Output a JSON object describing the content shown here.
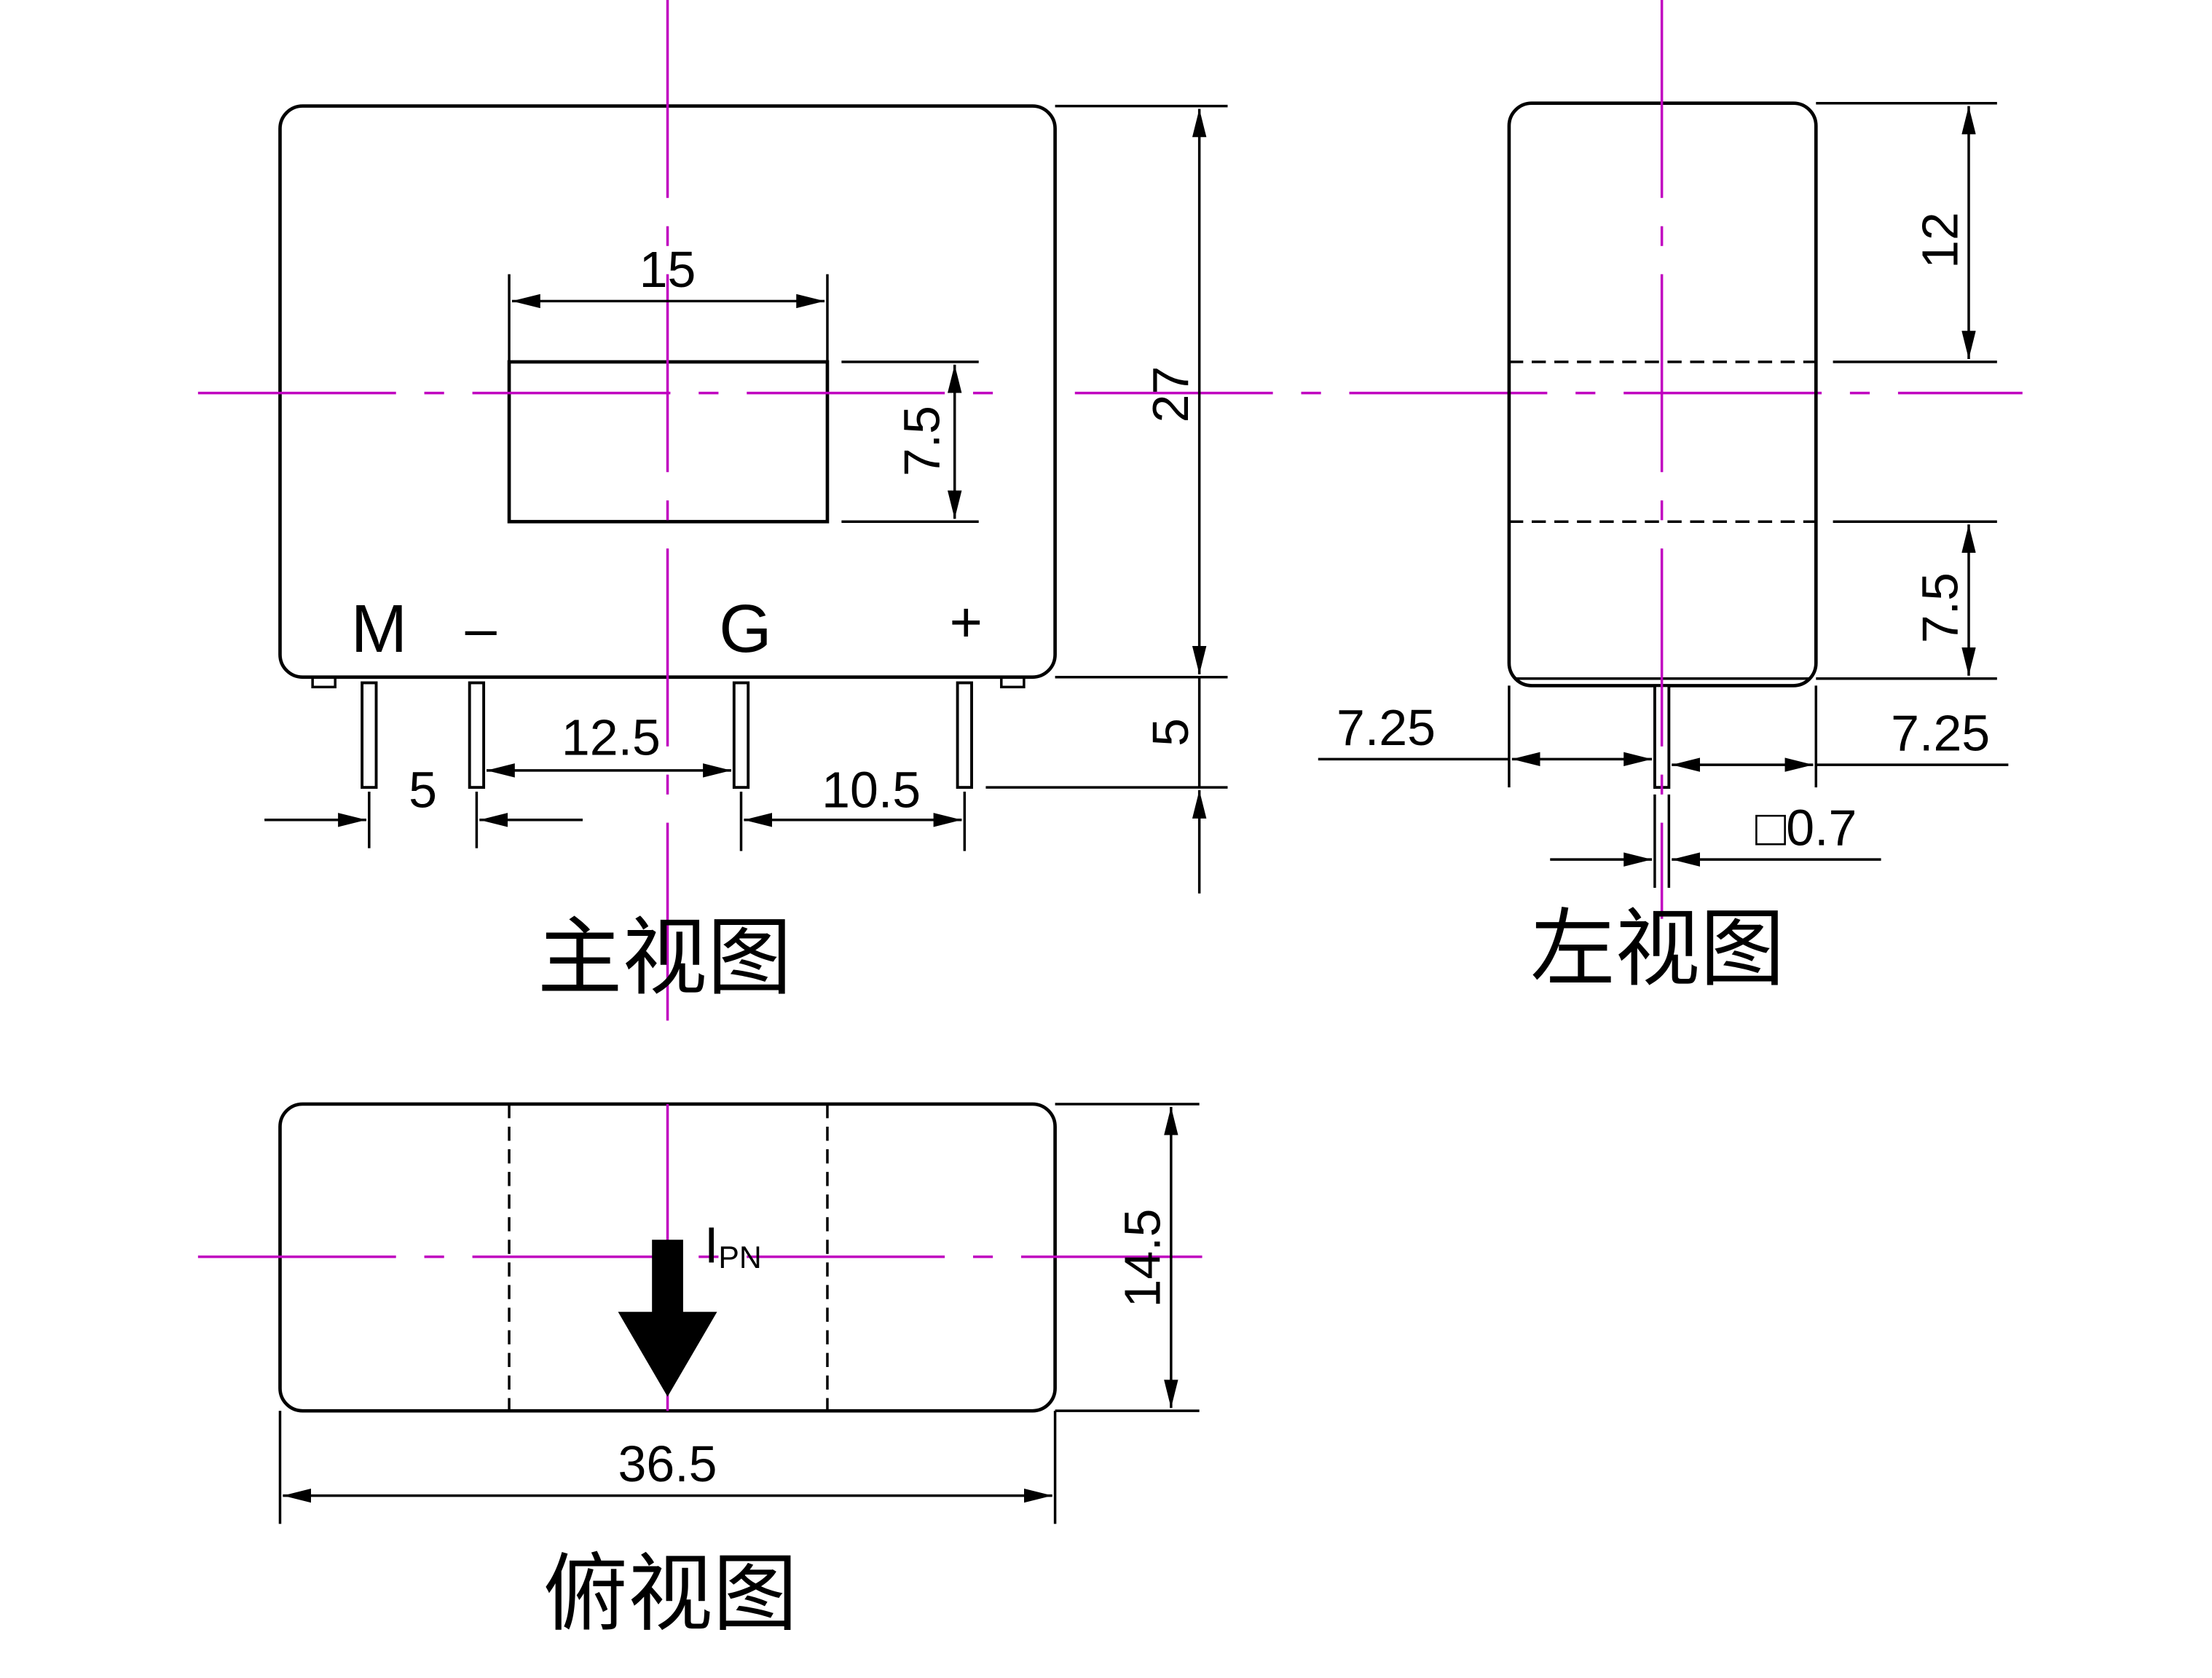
{
  "views": {
    "front": {
      "title": "主视图"
    },
    "side": {
      "title": "左视图"
    },
    "top": {
      "title": "俯视图"
    }
  },
  "pins": {
    "m": "M",
    "minus": "–",
    "g": "G",
    "plus": "+"
  },
  "dimensions": {
    "window_width": "15",
    "window_height": "7.5",
    "body_height": "27",
    "pin_length": "5",
    "pin_spacing_center": "12.5",
    "pin_pitch_left": "5",
    "pin_pitch_right": "10.5",
    "side_top_offset": "12",
    "side_bottom_offset": "7.5",
    "side_left_offset": "7.25",
    "side_right_offset": "7.25",
    "pin_square": "□0.7",
    "depth": "14.5",
    "total_width": "36.5"
  },
  "current_label": {
    "main": "I",
    "sub": "PN"
  }
}
